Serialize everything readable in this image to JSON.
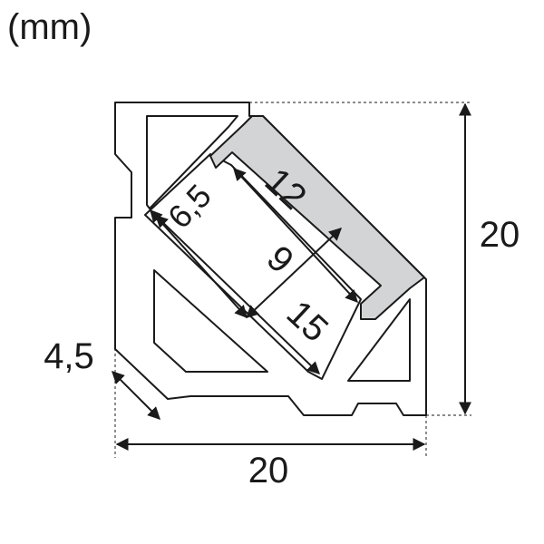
{
  "unit_label": "(mm)",
  "dimensions": {
    "overall_width": "20",
    "overall_height": "20",
    "wall_offset": "4,5",
    "channel_depth": "6,5",
    "diffuser_inner": "12",
    "channel_inner": "9",
    "channel_base": "15"
  }
}
